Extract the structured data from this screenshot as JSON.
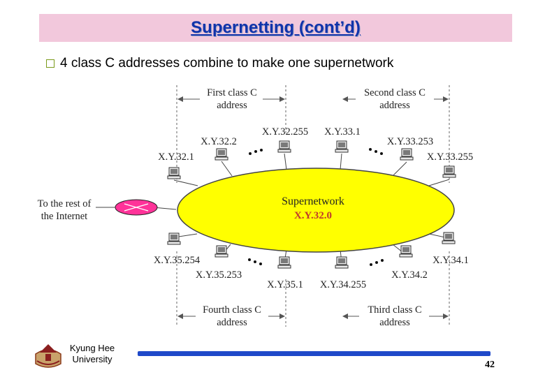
{
  "title": "Supernetting (cont’d)",
  "bullet": "4 class C addresses combine to make one supernetwork",
  "groups": {
    "first": "First class C\naddress",
    "second": "Second class C\naddress",
    "third": "Third class C\naddress",
    "fourth": "Fourth class C\naddress"
  },
  "router_label": "To the rest of\nthe Internet",
  "supernetwork": {
    "label": "Supernetwork",
    "address": "X.Y.32.0"
  },
  "hosts": {
    "h32_1": "X.Y.32.1",
    "h32_2": "X.Y.32.2",
    "h32_255": "X.Y.32.255",
    "h33_1": "X.Y.33.1",
    "h33_253": "X.Y.33.253",
    "h33_255": "X.Y.33.255",
    "h35_254": "X.Y.35.254",
    "h35_253": "X.Y.35.253",
    "h35_1": "X.Y.35.1",
    "h34_255": "X.Y.34.255",
    "h34_2": "X.Y.34.2",
    "h34_1": "X.Y.34.1"
  },
  "footer": {
    "university": "Kyung Hee\nUniversity",
    "page": "42"
  },
  "colors": {
    "ellipse": "#ffff00",
    "router": "#ff3399",
    "title": "#1133aa",
    "bar": "#1f49c9",
    "address": "#c0392b"
  }
}
